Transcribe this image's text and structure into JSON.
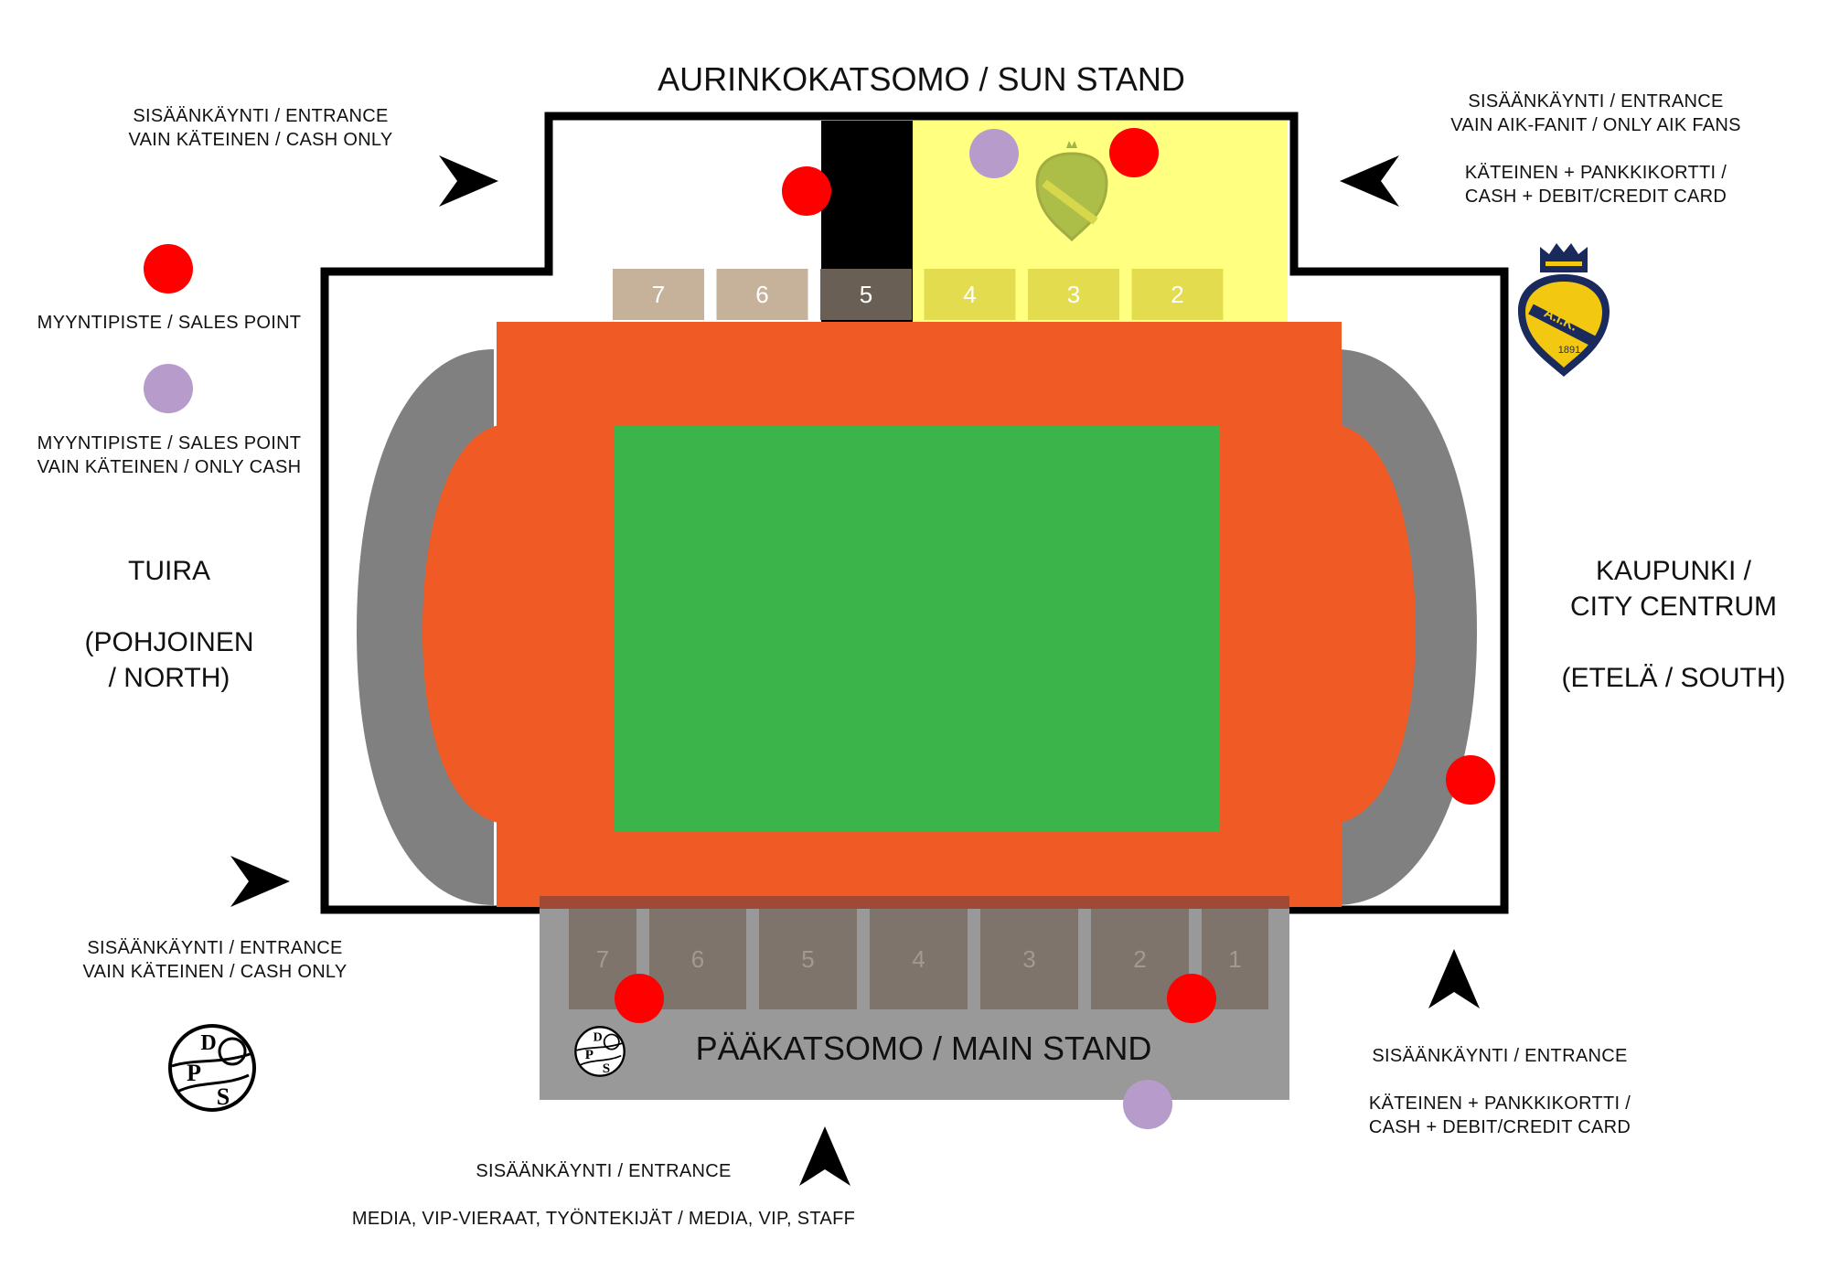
{
  "stands": {
    "sun_stand": "AURINKOKATSOMO / SUN STAND",
    "main_stand": "PÄÄKATSOMO / MAIN STAND",
    "north": "TUIRA\n\n(POHJOINEN\n/ NORTH)",
    "south": "KAUPUNKI /\nCITY CENTRUM\n\n(ETELÄ / SOUTH)"
  },
  "legend": {
    "sales_point": "MYYNTIPISTE / SALES POINT",
    "sales_point_cash": "MYYNTIPISTE / SALES POINT\nVAIN KÄTEINEN / ONLY CASH",
    "sales_point_color": "#ff0000",
    "sales_point_cash_color": "#b79ccb"
  },
  "entrances": {
    "top_left": "SISÄÄNKÄYNTI / ENTRANCE\nVAIN KÄTEINEN / CASH ONLY",
    "top_right": "SISÄÄNKÄYNTI / ENTRANCE\nVAIN AIK-FANIT / ONLY AIK FANS\n\nKÄTEINEN + PANKKIKORTTI /\nCASH + DEBIT/CREDIT CARD",
    "bottom_left": "SISÄÄNKÄYNTI / ENTRANCE\nVAIN KÄTEINEN / CASH ONLY",
    "bottom_right": "SISÄÄNKÄYNTI / ENTRANCE\n\nKÄTEINEN + PANKKIKORTTI /\nCASH + DEBIT/CREDIT CARD",
    "bottom_center": "SISÄÄNKÄYNTI / ENTRANCE\n\nMEDIA, VIP-VIERAAT, TYÖNTEKIJÄT / MEDIA, VIP, STAFF"
  },
  "sun_sections": [
    "7",
    "6",
    "5",
    "4",
    "3",
    "2"
  ],
  "main_sections": [
    "7",
    "6",
    "5",
    "4",
    "3",
    "2",
    "1"
  ],
  "logos": {
    "aik_text": "A.I.K.",
    "aik_year": "1891",
    "dps_letters": [
      "D",
      "P",
      "S"
    ]
  },
  "colors": {
    "pitch": "#3bb54a",
    "track": "#f05a24",
    "grey_stand": "#808080",
    "main_stand": "#999999",
    "aik_zone": "#ffff80",
    "aik_navy": "#1b2a5c",
    "aik_gold": "#f2c811"
  }
}
